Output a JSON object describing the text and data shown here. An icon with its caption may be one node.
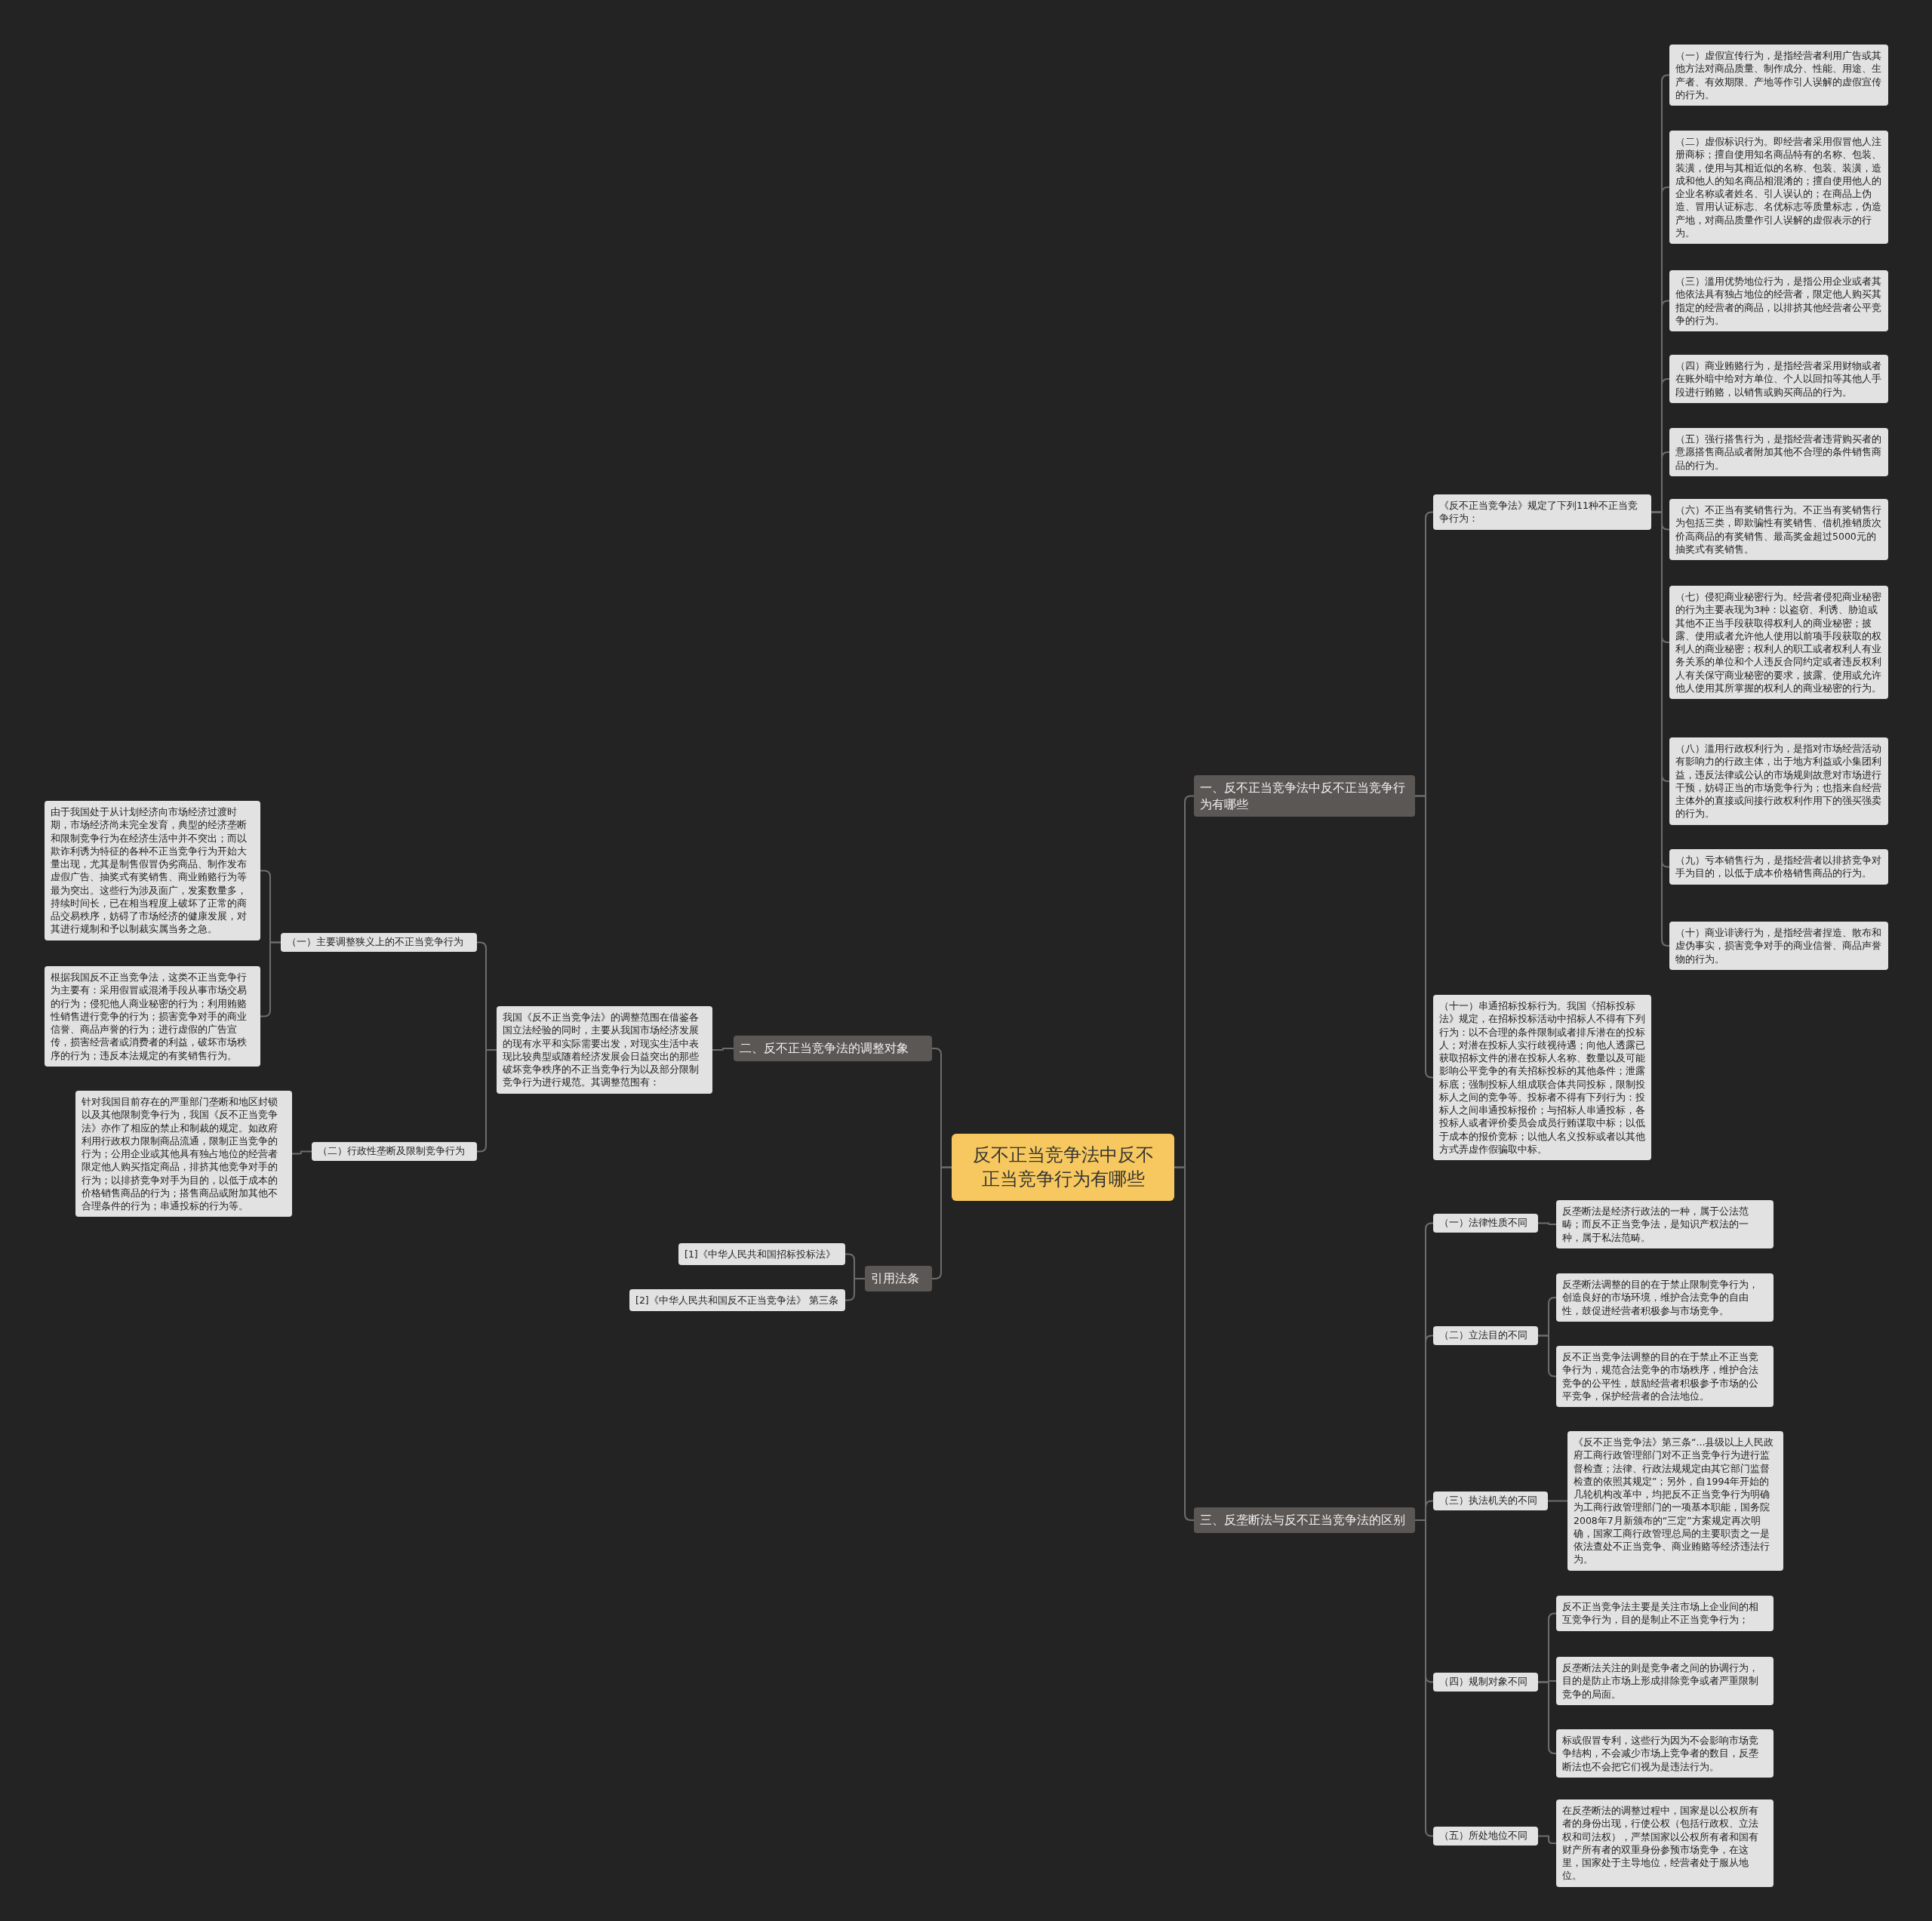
{
  "diagram": {
    "nodes": [
      {
        "text": [
          "反不正当竞争法中反不正当竞争行为有哪些"
        ]
      },
      {
        "text": [
          "一、反不正当竞争法中反不正当竞争行为有哪些"
        ]
      },
      {
        "text": [
          "《反不正当竞争法》规定了下列11种不正当竞争行为："
        ]
      },
      {
        "text": [
          "（一）虚假宣传行为，是指经营者利用广告或其他方法对商品质量、制作成分、性能、用途、生产者、有效期限、产地等作引人误解的虚假宣传的行为。"
        ]
      },
      {
        "text": [
          "（二）虚假标识行为。即经营者采用假冒他人注册商标；擅自使用知名商品特有的名称、包装、装潢，使用与其相近似的名称、包装、装潢，造成和他人的知名商品相混淆的；擅自使用他人的企业名称或者姓名、引人误认的；在商品上伪造、冒用认证标志、名优标志等质量标志，伪造产地，对商品质量作引人误解的虚假表示的行为。"
        ]
      },
      {
        "text": [
          "（三）滥用优势地位行为，是指公用企业或者其他依法具有独占地位的经营者，限定他人购买其指定的经营者的商品，以排挤其他经营者公平竞争的行为。"
        ]
      },
      {
        "text": [
          "（四）商业贿赂行为，是指经营者采用财物或者在账外暗中给对方单位、个人以回扣等其他人手段进行贿赂，以销售或购买商品的行为。"
        ]
      },
      {
        "text": [
          "（五）强行搭售行为，是指经营者违背购买者的意愿搭售商品或者附加其他不合理的条件销售商品的行为。"
        ]
      },
      {
        "text": [
          "（六）不正当有奖销售行为。不正当有奖销售行为包括三类，即欺骗性有奖销售、借机推销质次价高商品的有奖销售、最高奖金超过5000元的抽奖式有奖销售。"
        ]
      },
      {
        "text": [
          "（七）侵犯商业秘密行为。经营者侵犯商业秘密的行为主要表现为3种：以盗窃、利诱、胁迫或其他不正当手段获取得权利人的商业秘密；披露、使用或者允许他人使用以前项手段获取的权利人的商业秘密；权利人的职工或者权利人有业务关系的单位和个人违反合同约定或者违反权利人有关保守商业秘密的要求，披露、使用或允许他人使用其所掌握的权利人的商业秘密的行为。"
        ]
      },
      {
        "text": [
          "（八）滥用行政权利行为，是指对市场经营活动有影响力的行政主体，出于地方利益或小集团利益，违反法律或公认的市场规则故意对市场进行干预，妨碍正当的市场竞争行为；也指来自经营主体外的直接或间接行政权利作用下的强买强卖的行为。"
        ]
      },
      {
        "text": [
          "（九）亏本销售行为，是指经营者以排挤竞争对手为目的，以低于成本价格销售商品的行为。"
        ]
      },
      {
        "text": [
          "（十）商业诽谤行为，是指经营者捏造、散布和虚伪事实，损害竞争对手的商业信誉、商品声誉物的行为。"
        ]
      },
      {
        "text": [
          "（十一）串通招标投标行为。我国《招标投标法》规定，在招标投标活动中招标人不得有下列行为：以不合理的条件限制或者排斥潜在的投标人；对潜在投标人实行歧视待遇；向他人透露已获取招标文件的潜在投标人名称、数量以及可能影响公平竞争的有关招标投标的其他条件；泄露标底；强制投标人组成联合体共同投标，限制投标人之间的竞争等。投标者不得有下列行为：投标人之间串通投标报价；与招标人串通投标，各投标人或者评价委员会成员行贿谋取中标；以低于成本的报价竞标；以他人名义投标或者以其他方式弄虚作假骗取中标。"
        ]
      },
      {
        "text": [
          "二、反不正当竞争法的调整对象"
        ]
      },
      {
        "text": [
          "我国《反不正当竞争法》的调整范围在借鉴各国立法经验的同时，主要从我国市场经济发展的现有水平和实际需要出发，对现实生活中表现比较典型或随着经济发展会日益突出的那些破坏竞争秩序的不正当竞争行为以及部分限制竞争行为进行规范。其调整范围有："
        ]
      },
      {
        "text": [
          "（一）主要调整狭义上的不正当竞争行为"
        ]
      },
      {
        "text": [
          "由于我国处于从计划经济向市场经济过渡时期，市场经济尚未完全发育，典型的经济垄断和限制竞争行为在经济生活中并不突出；而以欺诈利诱为特征的各种不正当竞争行为开始大量出现，尤其是制售假冒伪劣商品、制作发布虚假广告、抽奖式有奖销售、商业贿赂行为等最为突出。这些行为涉及面广，发案数量多，持续时间长，已在相当程度上破坏了正常的商品交易秩序，妨碍了市场经济的健康发展，对其进行规制和予以制裁实属当务之急。"
        ]
      },
      {
        "text": [
          "根据我国反不正当竞争法，这类不正当竞争行为主要有：采用假冒或混淆手段从事市场交易的行为；侵犯他人商业秘密的行为；利用贿赂性销售进行竞争的行为；损害竞争对手的商业信誉、商品声誉的行为；进行虚假的广告宣传，损害经营者或消费者的利益，破坏市场秩序的行为；违反本法规定的有奖销售行为。"
        ]
      },
      {
        "text": [
          "（二）行政性垄断及限制竞争行为"
        ]
      },
      {
        "text": [
          "针对我国目前存在的严重部门垄断和地区封锁以及其他限制竞争行为，我国《反不正当竞争法》亦作了相应的禁止和制裁的规定。如政府利用行政权力限制商品流通，限制正当竞争的行为；公用企业或其他具有独占地位的经营者限定他人购买指定商品，排挤其他竞争对手的行为；以排挤竞争对手为目的，以低于成本的价格销售商品的行为；搭售商品或附加其他不合理条件的行为；串通投标的行为等。"
        ]
      },
      {
        "text": [
          "引用法条"
        ]
      },
      {
        "text": [
          "[1]《中华人民共和国招标投标法》"
        ]
      },
      {
        "text": [
          "[2]《中华人民共和国反不正当竞争法》 第三条"
        ]
      },
      {
        "text": [
          "三、反垄断法与反不正当竞争法的区别"
        ]
      },
      {
        "text": [
          "（一）法律性质不同"
        ]
      },
      {
        "text": [
          "反垄断法是经济行政法的一种，属于公法范畴；而反不正当竞争法，是知识产权法的一种，属于私法范畴。"
        ]
      },
      {
        "text": [
          "（二）立法目的不同"
        ]
      },
      {
        "text": [
          "反垄断法调整的目的在于禁止限制竞争行为，创造良好的市场环境，维护合法竞争的自由性，鼓促进经营者积极参与市场竞争。"
        ]
      },
      {
        "text": [
          "反不正当竞争法调整的目的在于禁止不正当竞争行为，规范合法竞争的市场秩序，维护合法竞争的公平性，鼓励经营者积极参予市场的公平竞争，保护经营者的合法地位。"
        ]
      },
      {
        "text": [
          "（三）执法机关的不同"
        ]
      },
      {
        "text": [
          "《反不正当竞争法》第三条“...县级以上人民政府工商行政管理部门对不正当竞争行为进行监督检查；法律、行政法规规定由其它部门监督检查的依照其规定”；另外，自1994年开始的几轮机构改革中，均把反不正当竞争行为明确为工商行政管理部门的一项基本职能，国务院2008年7月新颁布的“三定”方案规定再次明确，国家工商行政管理总局的主要职责之一是依法查处不正当竞争、商业贿赂等经济违法行为。"
        ]
      },
      {
        "text": [
          "（四）规制对象不同"
        ]
      },
      {
        "text": [
          "反不正当竞争法主要是关注市场上企业间的相互竞争行为，目的是制止不正当竞争行为；"
        ]
      },
      {
        "text": [
          "反垄断法关注的则是竞争者之间的协调行为，目的是防止市场上形成排除竞争或者严重限制竞争的局面。"
        ]
      },
      {
        "text": [
          "标或假冒专利，这些行为因为不会影响市场竞争结构，不会减少市场上竞争者的数目，反垄断法也不会把它们视为是违法行为。"
        ]
      },
      {
        "text": [
          "（五）所处地位不同"
        ]
      },
      {
        "text": [
          "在反垄断法的调整过程中，国家是以公权所有者的身份出现，行使公权（包括行政权、立法权和司法权），严禁国家以公权所有者和国有财产所有者的双重身份参预市场竞争，在这里，国家处于主导地位，经营者处于服从地位。"
        ]
      }
    ],
    "edges": [
      {
        "from": 0,
        "to": 1,
        "arrow": "none"
      },
      {
        "from": 1,
        "to": 2,
        "arrow": "none"
      },
      {
        "from": 2,
        "to": 3,
        "arrow": "none"
      },
      {
        "from": 2,
        "to": 4,
        "arrow": "none"
      },
      {
        "from": 2,
        "to": 5,
        "arrow": "none"
      },
      {
        "from": 2,
        "to": 6,
        "arrow": "none"
      },
      {
        "from": 2,
        "to": 7,
        "arrow": "none"
      },
      {
        "from": 2,
        "to": 8,
        "arrow": "none"
      },
      {
        "from": 2,
        "to": 9,
        "arrow": "none"
      },
      {
        "from": 2,
        "to": 10,
        "arrow": "none"
      },
      {
        "from": 2,
        "to": 11,
        "arrow": "none"
      },
      {
        "from": 2,
        "to": 12,
        "arrow": "none"
      },
      {
        "from": 1,
        "to": 13,
        "arrow": "none"
      },
      {
        "from": 0,
        "to": 14,
        "arrow": "none"
      },
      {
        "from": 14,
        "to": 15,
        "arrow": "none"
      },
      {
        "from": 15,
        "to": 16,
        "arrow": "none"
      },
      {
        "from": 16,
        "to": 17,
        "arrow": "none"
      },
      {
        "from": 16,
        "to": 18,
        "arrow": "none"
      },
      {
        "from": 15,
        "to": 19,
        "arrow": "none"
      },
      {
        "from": 19,
        "to": 20,
        "arrow": "none"
      },
      {
        "from": 0,
        "to": 21,
        "arrow": "none"
      },
      {
        "from": 21,
        "to": 22,
        "arrow": "none"
      },
      {
        "from": 21,
        "to": 23,
        "arrow": "none"
      },
      {
        "from": 0,
        "to": 24,
        "arrow": "none"
      },
      {
        "from": 24,
        "to": 25,
        "arrow": "none"
      },
      {
        "from": 25,
        "to": 26,
        "arrow": "none"
      },
      {
        "from": 24,
        "to": 27,
        "arrow": "none"
      },
      {
        "from": 27,
        "to": 28,
        "arrow": "none"
      },
      {
        "from": 27,
        "to": 29,
        "arrow": "none"
      },
      {
        "from": 24,
        "to": 30,
        "arrow": "none"
      },
      {
        "from": 30,
        "to": 31,
        "arrow": "none"
      },
      {
        "from": 24,
        "to": 32,
        "arrow": "none"
      },
      {
        "from": 32,
        "to": 33,
        "arrow": "none"
      },
      {
        "from": 32,
        "to": 34,
        "arrow": "none"
      },
      {
        "from": 32,
        "to": 35,
        "arrow": "none"
      },
      {
        "from": 24,
        "to": 36,
        "arrow": "none"
      },
      {
        "from": 36,
        "to": 37,
        "arrow": "none"
      }
    ]
  }
}
